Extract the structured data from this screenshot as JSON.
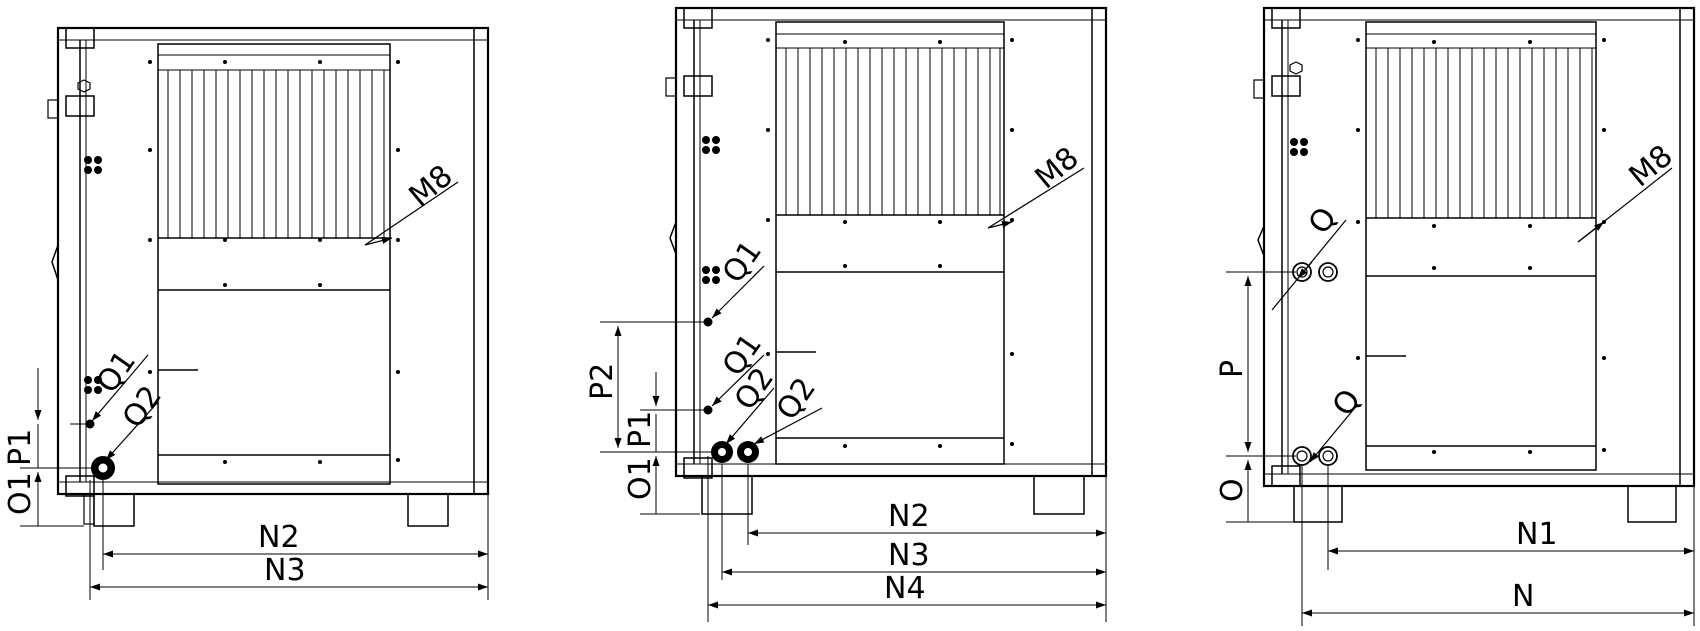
{
  "units": [
    {
      "id": "left",
      "labels": {
        "m8": "M8",
        "q1": "Q1",
        "q2": "Q2",
        "p1": "P1",
        "o1": "O1",
        "n2": "N2",
        "n3": "N3"
      }
    },
    {
      "id": "middle",
      "labels": {
        "m8": "M8",
        "q1_top": "Q1",
        "q1": "Q1",
        "q2a": "Q2",
        "q2b": "Q2",
        "p2": "P2",
        "p1": "P1",
        "o1": "O1",
        "n2": "N2",
        "n3": "N3",
        "n4": "N4"
      }
    },
    {
      "id": "right",
      "labels": {
        "m8": "M8",
        "q_top": "Q",
        "q_bottom": "Q",
        "p": "P",
        "o": "O",
        "n1": "N1",
        "n": "N"
      }
    }
  ]
}
